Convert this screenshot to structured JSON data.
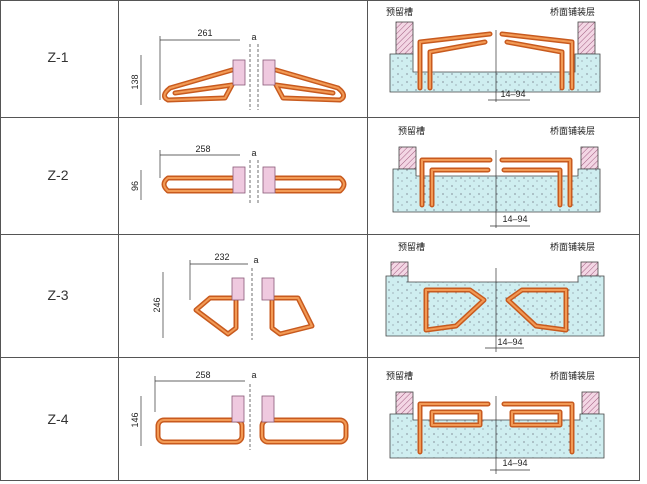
{
  "rows": [
    {
      "label": "Z-1",
      "dim_w": "261",
      "dim_h": "138",
      "dim_a": "a"
    },
    {
      "label": "Z-2",
      "dim_w": "258",
      "dim_h": "96",
      "dim_a": "a"
    },
    {
      "label": "Z-3",
      "dim_w": "232",
      "dim_h": "246",
      "dim_a": "a"
    },
    {
      "label": "Z-4",
      "dim_w": "258",
      "dim_h": "146",
      "dim_a": "a"
    }
  ],
  "section": {
    "label_left": "预留槽",
    "label_right": "桥面铺装层",
    "gap": "14–94"
  },
  "colors": {
    "bar": "#c85a1e",
    "concrete": "#cfeef0",
    "seal": "#efc9df",
    "grid": "#555555"
  }
}
